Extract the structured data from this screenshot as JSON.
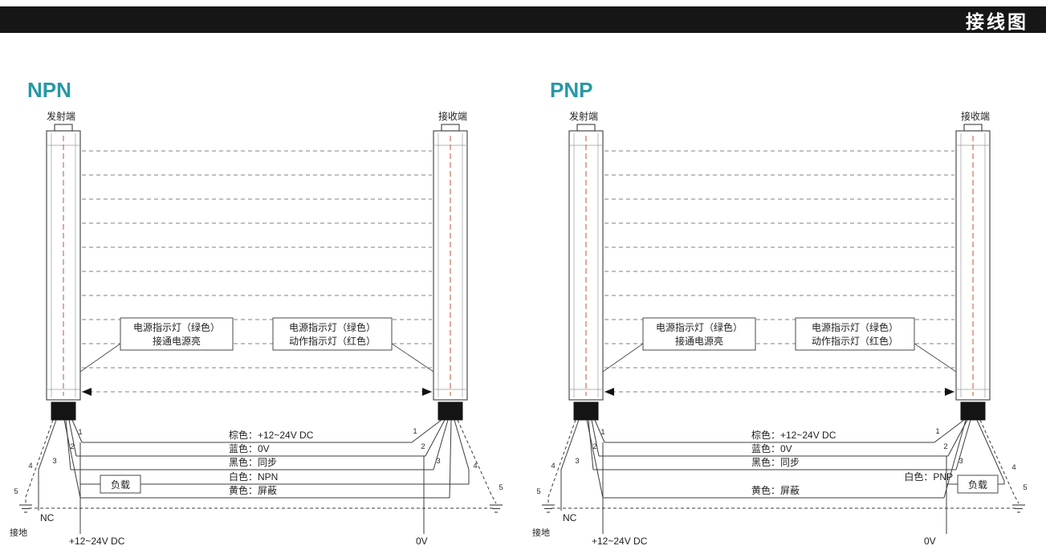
{
  "header": {
    "title": "接线图"
  },
  "colors": {
    "accent": "#2898A6",
    "header_bg": "#161616",
    "center_line_red": "#C05638"
  },
  "panels": [
    {
      "title": "NPN",
      "transmitter_label": "发射端",
      "receiver_label": "接收端",
      "callout_power": {
        "line1": "电源指示灯（绿色）",
        "line2": "接通电源亮"
      },
      "callout_action": {
        "line1": "电源指示灯（绿色）",
        "line2": "动作指示灯（红色）"
      },
      "wire_brown": "棕色：+12~24V DC",
      "wire_blue": "蓝色：0V",
      "wire_black": "黑色：同步",
      "wire_white": "白色：NPN",
      "wire_yellow": "黄色：屏蔽",
      "load_label": "负载",
      "nc_label": "NC",
      "ground_label": "接地",
      "supply_label": "+12~24V DC",
      "zero_volt_label": "0V",
      "pins_left": [
        "1",
        "2",
        "3",
        "4",
        "5"
      ],
      "pins_right": [
        "1",
        "2",
        "3",
        "4",
        "5"
      ]
    },
    {
      "title": "PNP",
      "transmitter_label": "发射端",
      "receiver_label": "接收端",
      "callout_power": {
        "line1": "电源指示灯（绿色）",
        "line2": "接通电源亮"
      },
      "callout_action": {
        "line1": "电源指示灯（绿色）",
        "line2": "动作指示灯（红色）"
      },
      "wire_brown": "棕色：+12~24V DC",
      "wire_blue": "蓝色：0V",
      "wire_black": "黑色：同步",
      "wire_white": "白色：PNP",
      "wire_yellow": "黄色：屏蔽",
      "load_label": "负载",
      "nc_label": "NC",
      "ground_label": "接地",
      "supply_label": "+12~24V DC",
      "zero_volt_label": "0V",
      "pins_left": [
        "1",
        "2",
        "3",
        "4",
        "5"
      ],
      "pins_right": [
        "1",
        "2",
        "3",
        "4",
        "5"
      ]
    }
  ]
}
